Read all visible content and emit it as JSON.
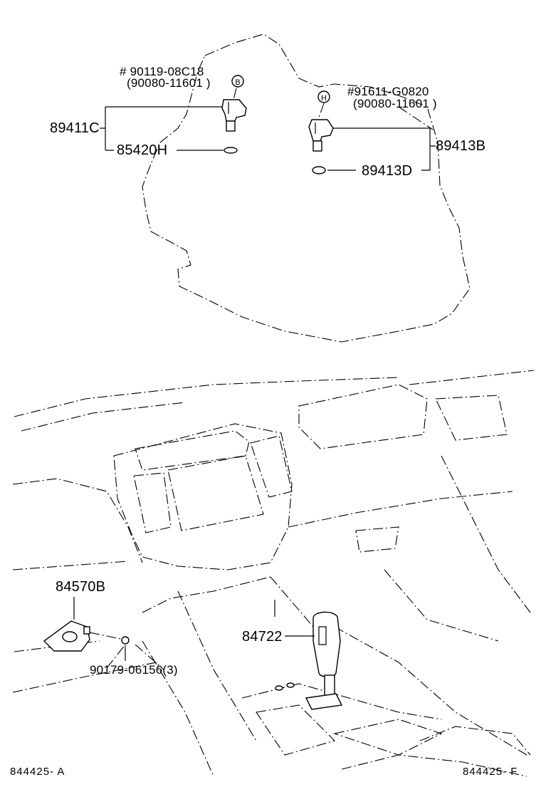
{
  "upper": {
    "screw_1_part": "# 90119-08C18",
    "screw_1_alt": "(90080-11601  )",
    "sensor_1_group": "89411C",
    "sensor_1_oring": "85420H",
    "screw_2_part": "#91611-G0820",
    "screw_2_alt": "(90080-11601  )",
    "sensor_2_group": "89413B",
    "sensor_2_oring": "89413D",
    "bolt_marker_1": "B",
    "bolt_marker_2": "H"
  },
  "lower": {
    "switch_part": "84570B",
    "screw_part": "90179-06156(3)",
    "knob_part": "84722"
  },
  "footer": {
    "left_code": "844425- A",
    "right_code": "844425- F"
  }
}
